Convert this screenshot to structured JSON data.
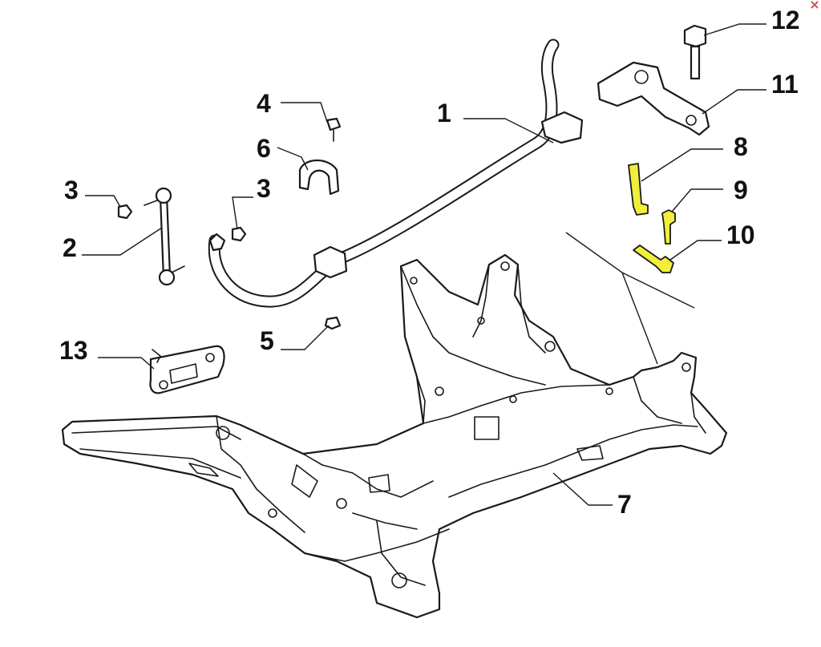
{
  "diagram": {
    "callouts": {
      "c1": "1",
      "c2": "2",
      "c3a": "3",
      "c3b": "3",
      "c4": "4",
      "c5": "5",
      "c6": "6",
      "c7": "7",
      "c8": "8",
      "c9": "9",
      "c10": "10",
      "c11": "11",
      "c12": "12",
      "c13": "13"
    },
    "highlight_color": "#f1ee3c",
    "line_color": "#1a1a1a",
    "icons": {
      "corner": "close-icon"
    }
  }
}
